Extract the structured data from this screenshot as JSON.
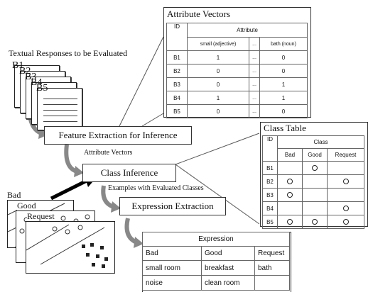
{
  "textual_responses": {
    "title": "Textual Responses to be Evaluated",
    "cards": [
      "B1",
      "B2",
      "B3",
      "B4",
      "B5"
    ]
  },
  "feature_extraction": {
    "label": "Feature Extraction for Inference"
  },
  "attribute_vectors_label": "Attribute Vectors",
  "class_inference": {
    "label": "Class Inference"
  },
  "examples_label": "Examples with Evaluated Classes",
  "expression_extraction": {
    "label": "Expression Extraction"
  },
  "class_cards": [
    "Bad",
    "Good",
    "Request"
  ],
  "attribute_table": {
    "title": "Attribute Vectors",
    "id_header": "ID",
    "group_header": "Attribute",
    "columns": [
      "small (adjective)",
      "...",
      "bath (noun)"
    ],
    "rows": [
      {
        "id": "B1",
        "v1": "1",
        "dots": "...",
        "v2": "0"
      },
      {
        "id": "B2",
        "v1": "0",
        "dots": "...",
        "v2": "0"
      },
      {
        "id": "B3",
        "v1": "0",
        "dots": "...",
        "v2": "1"
      },
      {
        "id": "B4",
        "v1": "1",
        "dots": "...",
        "v2": "1"
      },
      {
        "id": "B5",
        "v1": "0",
        "dots": "...",
        "v2": "0"
      }
    ]
  },
  "class_table": {
    "title": "Class Table",
    "id_header": "ID",
    "group_header": "Class",
    "columns": [
      "Bad",
      "Good",
      "Request"
    ],
    "rows": [
      {
        "id": "B1",
        "marks": [
          false,
          true,
          false
        ]
      },
      {
        "id": "B2",
        "marks": [
          true,
          false,
          true
        ]
      },
      {
        "id": "B3",
        "marks": [
          true,
          false,
          false
        ]
      },
      {
        "id": "B4",
        "marks": [
          false,
          false,
          true
        ]
      },
      {
        "id": "B5",
        "marks": [
          true,
          true,
          true
        ]
      }
    ]
  },
  "expression_table": {
    "title": "Expression",
    "columns": [
      "Bad",
      "Good",
      "Request"
    ],
    "rows": [
      [
        "small room",
        "breakfast",
        "bath"
      ],
      [
        "noise",
        "clean room",
        ""
      ]
    ]
  }
}
